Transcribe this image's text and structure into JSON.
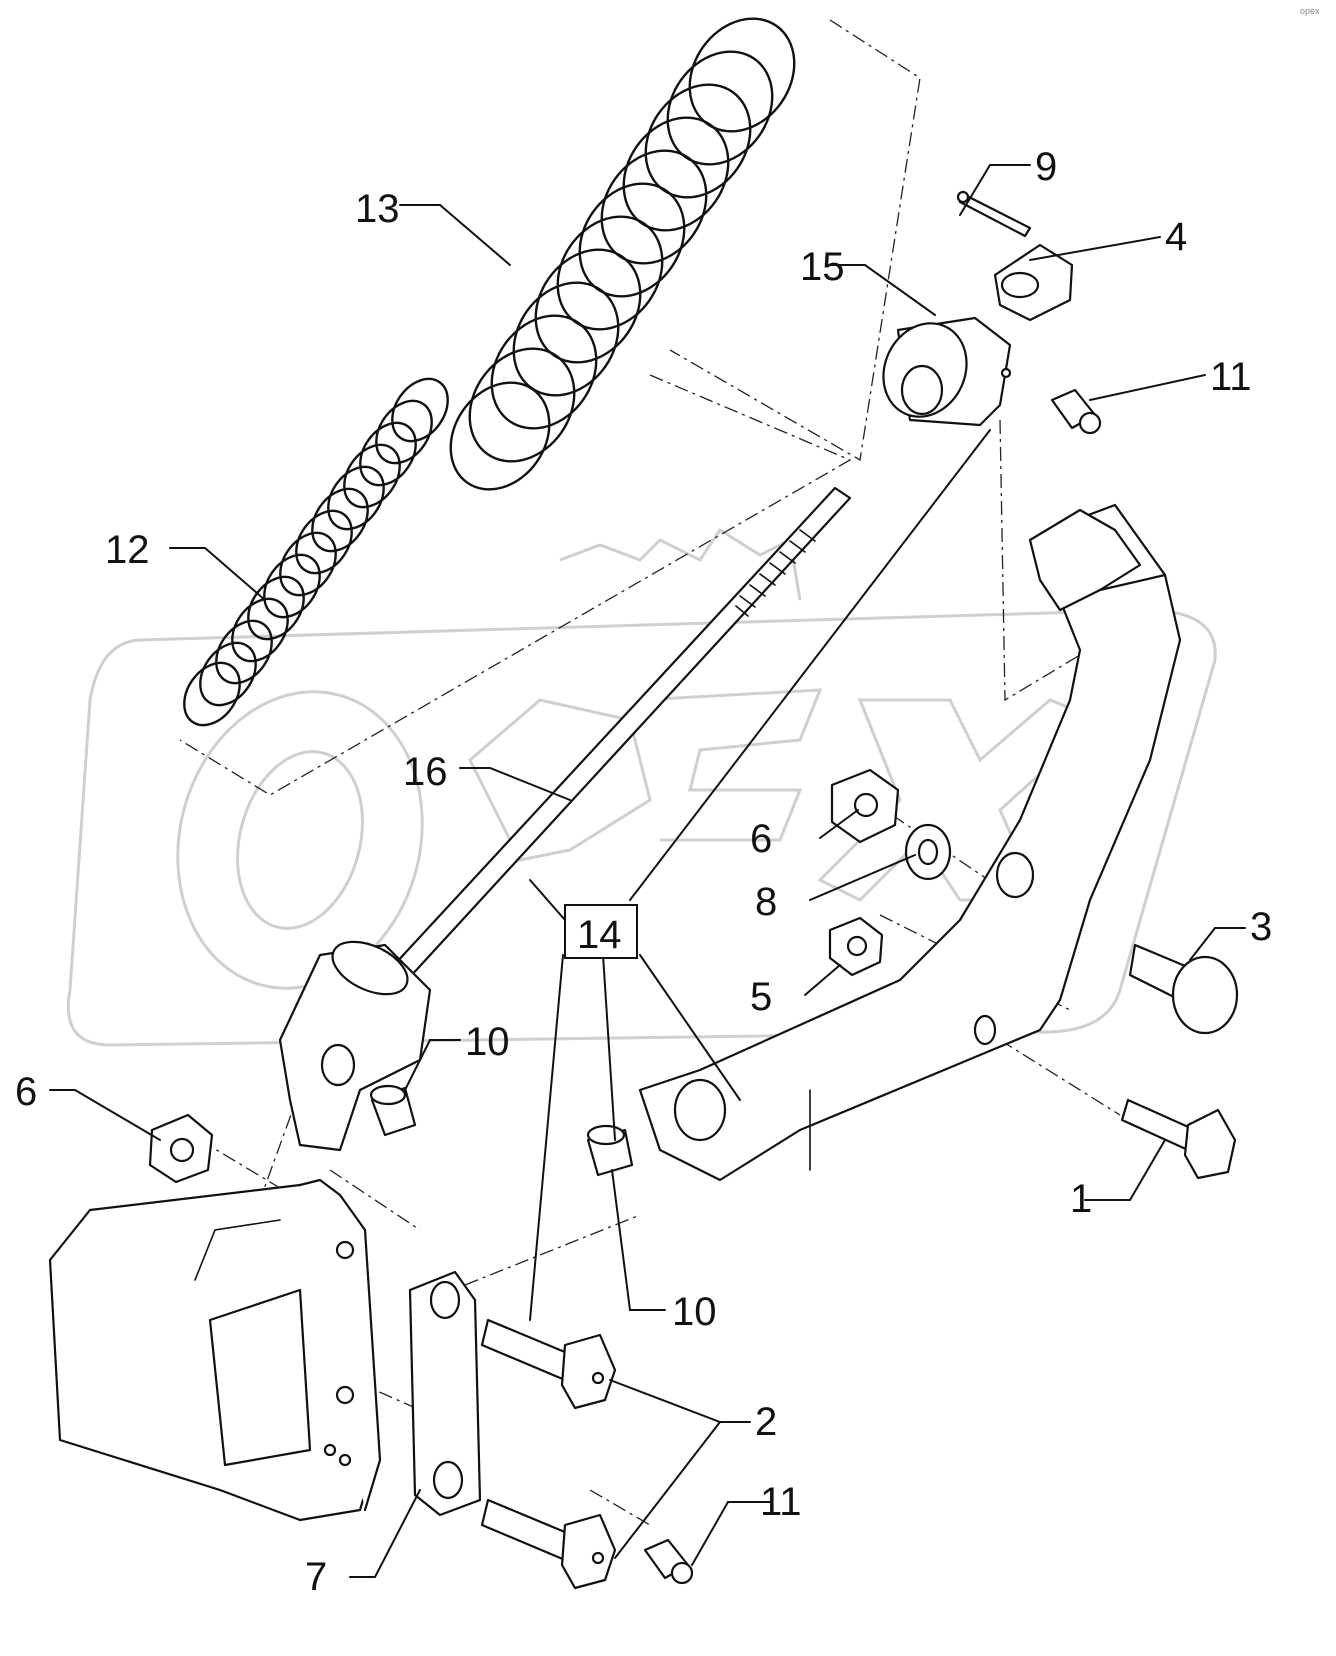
{
  "watermark": "OPEX",
  "corner_mark": "opex",
  "callouts": [
    {
      "id": "1",
      "text": "1"
    },
    {
      "id": "2",
      "text": "2"
    },
    {
      "id": "3",
      "text": "3"
    },
    {
      "id": "4",
      "text": "4"
    },
    {
      "id": "5",
      "text": "5"
    },
    {
      "id": "6a",
      "text": "6"
    },
    {
      "id": "6b",
      "text": "6"
    },
    {
      "id": "7",
      "text": "7"
    },
    {
      "id": "8",
      "text": "8"
    },
    {
      "id": "9",
      "text": "9"
    },
    {
      "id": "10a",
      "text": "10"
    },
    {
      "id": "10b",
      "text": "10"
    },
    {
      "id": "11a",
      "text": "11"
    },
    {
      "id": "11b",
      "text": "11"
    },
    {
      "id": "12",
      "text": "12"
    },
    {
      "id": "13",
      "text": "13"
    },
    {
      "id": "14",
      "text": "14"
    },
    {
      "id": "15",
      "text": "15"
    },
    {
      "id": "16",
      "text": "16"
    }
  ]
}
